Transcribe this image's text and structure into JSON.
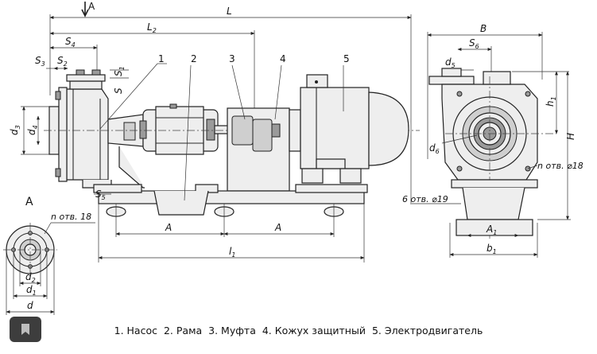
{
  "caption": {
    "items": [
      "1. Насос",
      "2. Рама",
      "3. Муфта",
      "4. Кожух защитный",
      "5. Электродвигатель"
    ]
  },
  "view_letter": "A",
  "part_numbers": [
    "1",
    "2",
    "3",
    "4",
    "5"
  ],
  "side_view": {
    "dims": {
      "L": "L",
      "L2": "L",
      "L2_sub": "2",
      "S4": "S",
      "S4_sub": "4",
      "S3": "S",
      "S3_sub": "3",
      "S2": "S",
      "S2_sub": "2",
      "S1": "S",
      "S1_sub": "1",
      "S": "S",
      "d3": "d",
      "d3_sub": "3",
      "d4": "d",
      "d4_sub": "4",
      "S5": "S",
      "S5_sub": "5",
      "A_left": "A",
      "A_right": "A",
      "L1": "l",
      "L1_sub": "1"
    }
  },
  "end_view": {
    "dims": {
      "B": "B",
      "S6": "S",
      "S6_sub": "6",
      "d5": "d",
      "d5_sub": "5",
      "d6": "d",
      "d6_sub": "6",
      "h1": "h",
      "h1_sub": "1",
      "H": "H",
      "holes18": "n отв. ⌀18",
      "holes19": "6 отв. ⌀19",
      "A1": "A",
      "A1_sub": "1",
      "b1": "b",
      "b1_sub": "1"
    }
  },
  "view_a": {
    "title": "A",
    "dims": {
      "holes": "n отв. 18",
      "d2": "d",
      "d2_sub": "2",
      "d1": "d",
      "d1_sub": "1",
      "d": "d"
    }
  },
  "icons": {
    "bookmark": "bookmark-icon"
  }
}
